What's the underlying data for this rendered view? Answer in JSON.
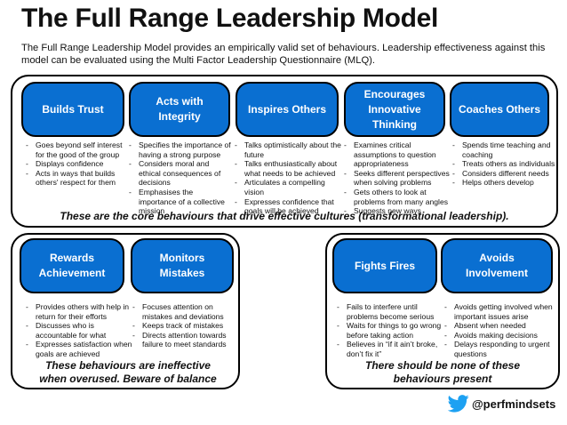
{
  "title": "The Full Range Leadership Model",
  "intro": "The Full Range Leadership Model provides an empirically valid set of behaviours. Leadership effectiveness against this model can be evaluated using the Multi Factor Leadership Questionnaire (MLQ).",
  "transformational": {
    "caption": "These are the core behaviours that drive effective cultures (transformational leadership).",
    "categories": [
      {
        "label": "Builds Trust",
        "items": [
          "Goes beyond self interest for the good of the group",
          "Displays confidence",
          "Acts in ways that builds others' respect for them"
        ]
      },
      {
        "label": "Acts with Integrity",
        "items": [
          "Specifies the importance of having a strong purpose",
          "Considers moral and ethical consequences of decisions",
          "Emphasises the importance of a collective mission"
        ]
      },
      {
        "label": "Inspires Others",
        "items": [
          "Talks optimistically about the future",
          "Talks enthusiastically about what needs to be achieved",
          "Articulates a compelling vision",
          "Expresses confidence that goals will be achieved"
        ]
      },
      {
        "label": "Encourages Innovative Thinking",
        "items": [
          "Examines critical assumptions to question appropriateness",
          "Seeks different perspectives when solving problems",
          "Gets others to look at problems from many angles",
          "Suggests new ways"
        ]
      },
      {
        "label": "Coaches Others",
        "items": [
          "Spends time teaching and coaching",
          "Treats others as individuals",
          "Considers different needs",
          "Helps others develop"
        ]
      }
    ]
  },
  "transactional": {
    "caption": "These behaviours are ineffective when overused. Beware of balance",
    "categories": [
      {
        "label": "Rewards Achievement",
        "items": [
          "Provides others with help in return for their efforts",
          "Discusses who is accountable for what",
          "Expresses satisfaction when goals are achieved"
        ]
      },
      {
        "label": "Monitors Mistakes",
        "items": [
          "Focuses attention on mistakes and deviations",
          "Keeps track of mistakes",
          "Directs attention towards failure to meet standards"
        ]
      }
    ]
  },
  "passive": {
    "caption": "There should be none of these behaviours present",
    "categories": [
      {
        "label": "Fights Fires",
        "items": [
          "Fails to interfere until problems become serious",
          "Waits for things to go wrong before taking action",
          "Believes in “if it ain’t broke, don’t fix it”"
        ]
      },
      {
        "label": "Avoids Involvement",
        "items": [
          "Avoids getting involved when important issues arise",
          "Absent when needed",
          "Avoids making decisions",
          "Delays responding to urgent questions"
        ]
      }
    ]
  },
  "footer": {
    "icon": "twitter-bird-icon",
    "handle": "@perfmindsets"
  },
  "colors": {
    "accent": "#0a6fd1",
    "border": "#000000",
    "text": "#111111"
  }
}
